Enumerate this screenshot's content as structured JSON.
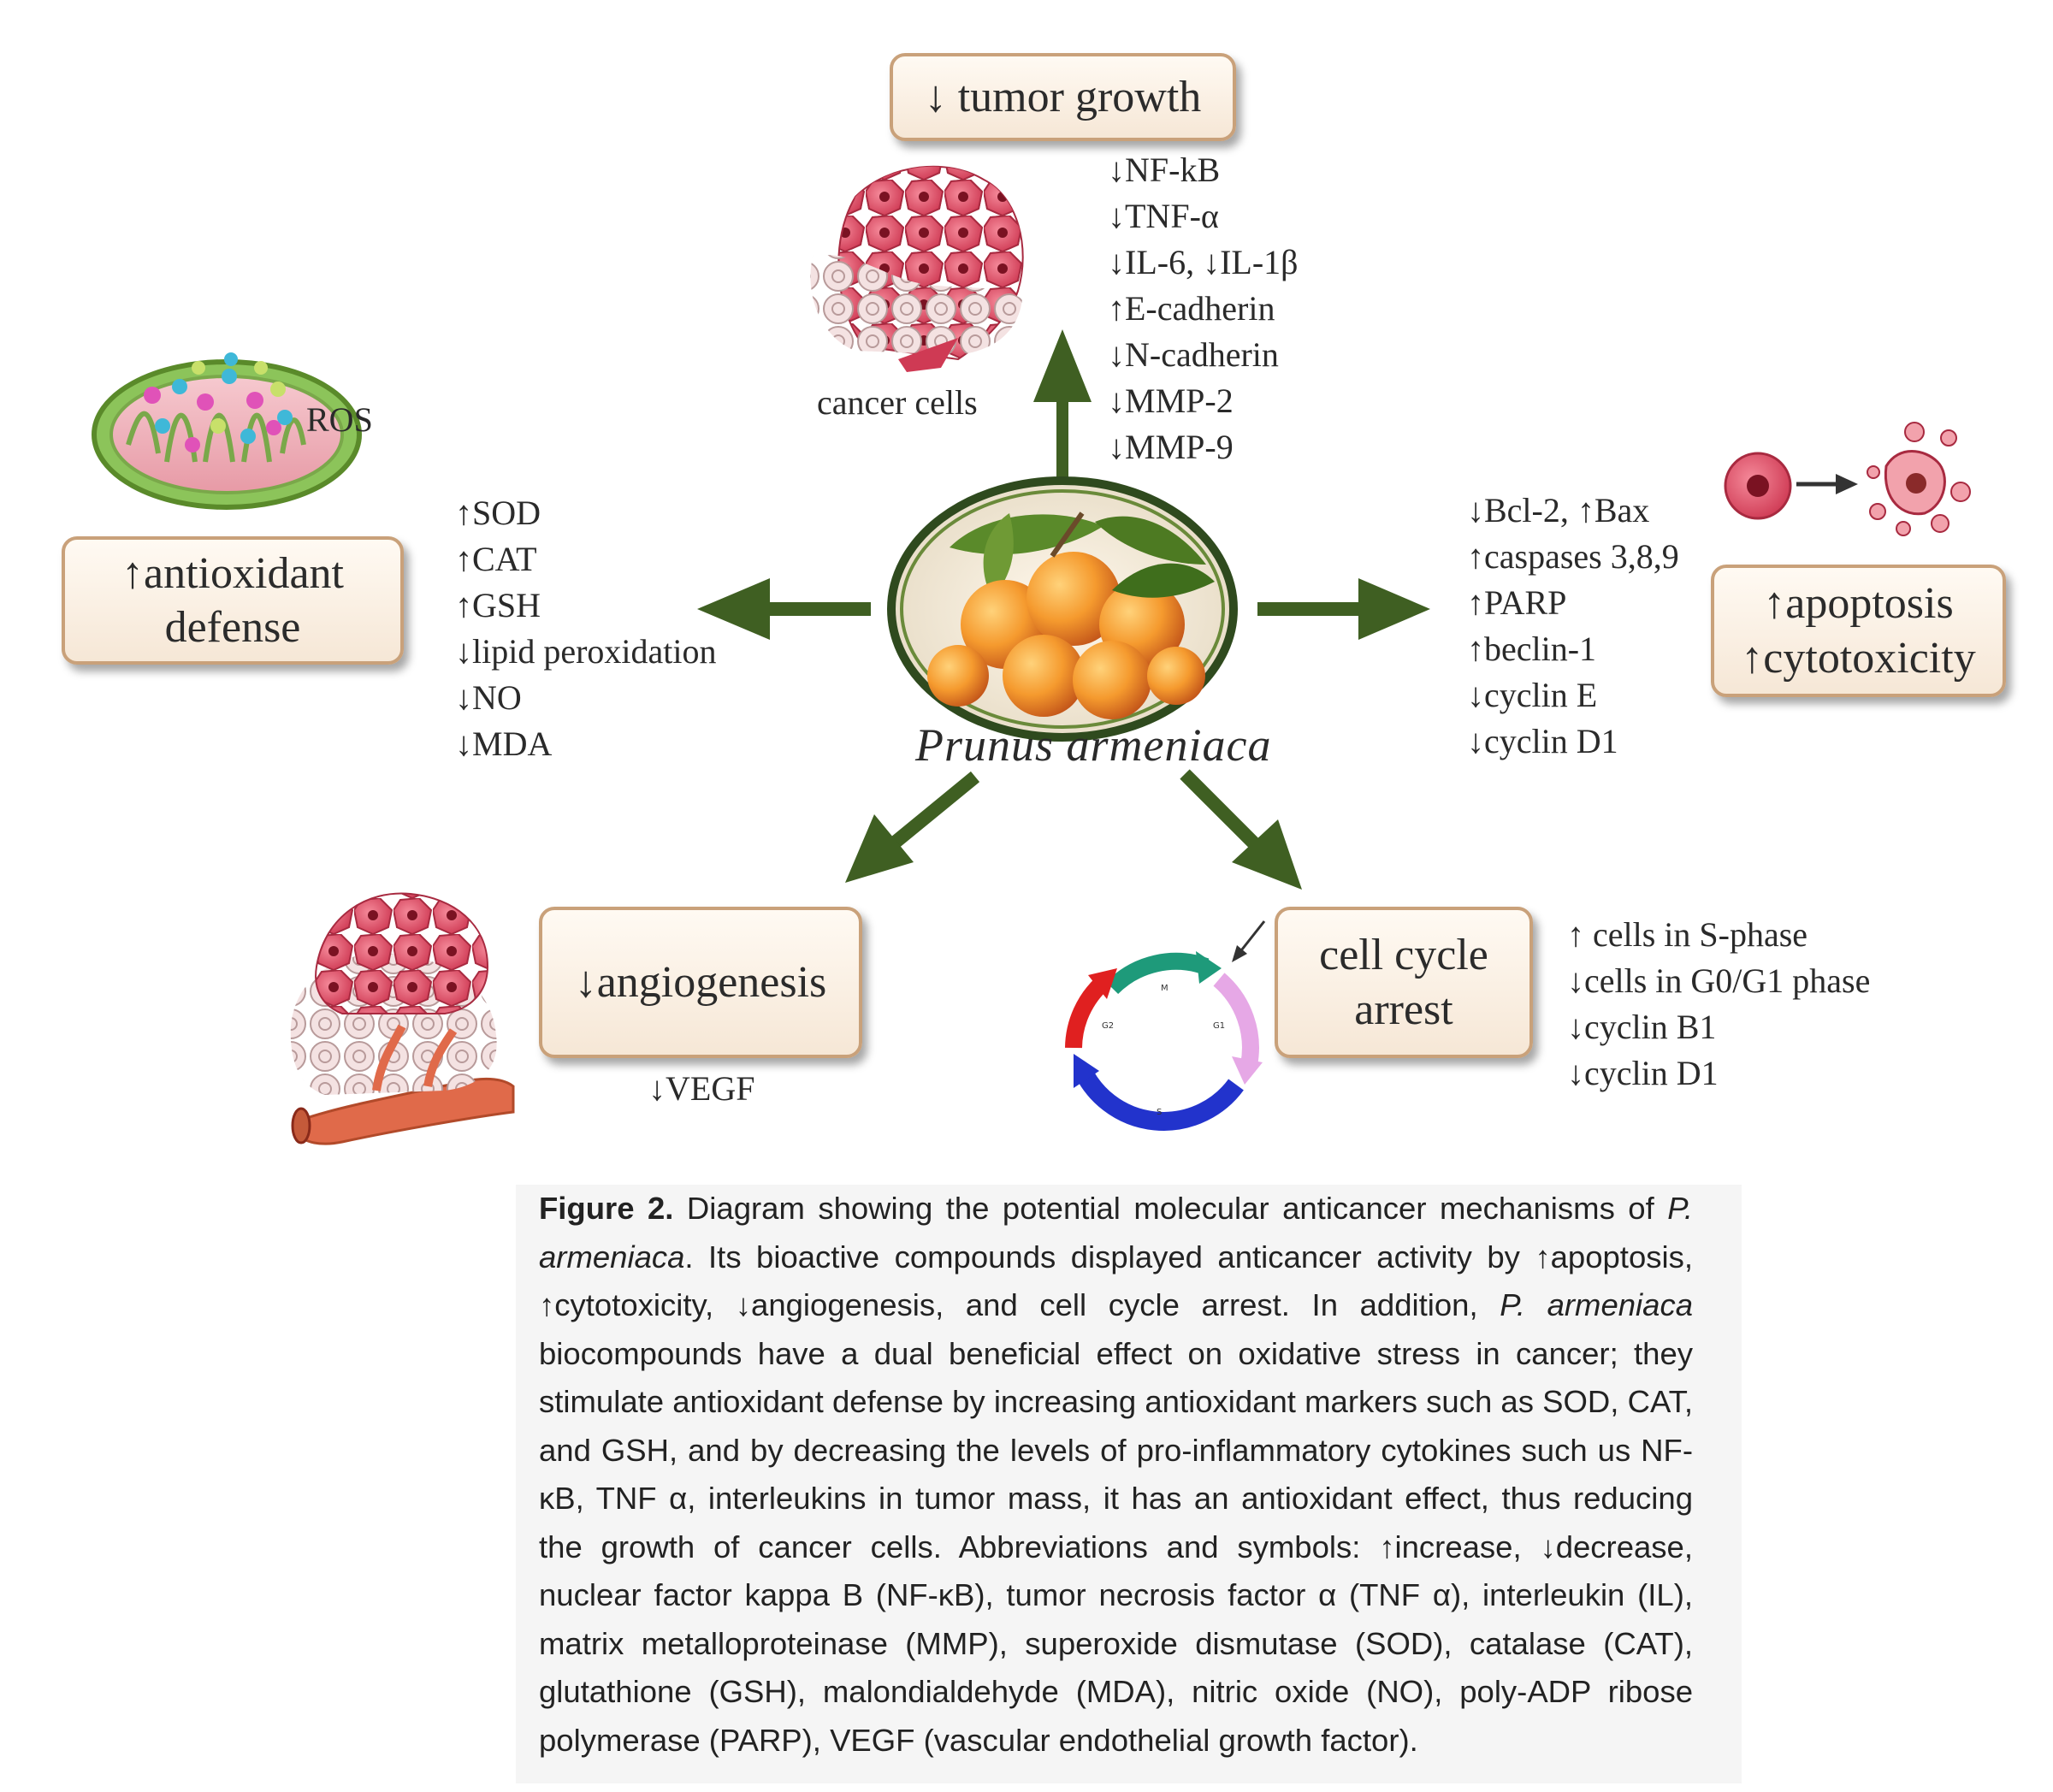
{
  "center": {
    "plant_name": "Prunus armeniaca"
  },
  "tumor_growth": {
    "box_label": "↓ tumor growth",
    "cells_label": "cancer cells",
    "markers": [
      "↓NF-kB",
      "↓TNF-α",
      "↓IL-6, ↓IL-1β",
      "↑E-cadherin",
      "↓N-cadherin",
      "↓MMP-2",
      "↓MMP-9"
    ]
  },
  "antioxidant": {
    "box_line1": "↑antioxidant",
    "box_line2": "defense",
    "ros_label": "ROS",
    "markers": [
      "↑SOD",
      "↑CAT",
      "↑GSH",
      "↓lipid peroxidation",
      "↓NO",
      "↓MDA"
    ]
  },
  "apoptosis": {
    "box_line1": "↑apoptosis",
    "box_line2": "↑cytotoxicity",
    "markers": [
      "↓Bcl-2, ↑Bax",
      "↑caspases 3,8,9",
      "↑PARP",
      "↑beclin-1",
      "↓cyclin E",
      "↓cyclin D1"
    ]
  },
  "angiogenesis": {
    "box_label": "↓angiogenesis",
    "markers": [
      "↓VEGF"
    ]
  },
  "cell_cycle": {
    "box_line1": "cell cycle",
    "box_line2": "arrest",
    "phase_labels": {
      "m": "M",
      "g1": "G1",
      "s": "S",
      "g2": "G2"
    },
    "markers": [
      "↑ cells in S-phase",
      "↓cells in G0/G1 phase",
      "↓cyclin B1",
      "↓cyclin D1"
    ]
  },
  "caption": {
    "figure_label": "Figure 2.",
    "t1": " Diagram showing the potential molecular anticancer mechanisms of ",
    "i1": "P. armeniaca",
    "t2": ". Its bioactive compounds displayed anticancer activity by ↑apoptosis, ↑cytotoxicity, ↓angiogenesis, and cell cycle arrest. In addition, ",
    "i2": "P. armeniaca",
    "t3": " biocompounds have a dual beneficial effect on oxidative stress in cancer; they stimulate antioxidant defense by increasing antioxidant markers such as SOD, CAT, and GSH, and by decreasing the levels of pro-inflammatory cytokines such us NF-κB, TNF α, interleukins in tumor mass, it has an antioxidant effect, thus reducing the growth of cancer cells. Abbreviations and symbols: ↑increase, ↓decrease, nuclear factor kappa B (NF-κB), tumor necrosis factor α (TNF α), interleukin (IL), matrix metalloproteinase (MMP), superoxide dismutase (SOD), catalase (CAT), glutathione (GSH), malondialdehyde (MDA), nitric oxide (NO), poly-ADP ribose polymerase (PARP), VEGF (vascular endothelial growth factor)."
  },
  "colors": {
    "arrow": "#3f5f22",
    "box_border": "#c9a17a",
    "box_fill": "#fbf0e4",
    "cell_red": "#d9485f",
    "cell_pale": "#f1dada",
    "vessel": "#e06a4a",
    "caption_bg": "#f5f5f5"
  }
}
